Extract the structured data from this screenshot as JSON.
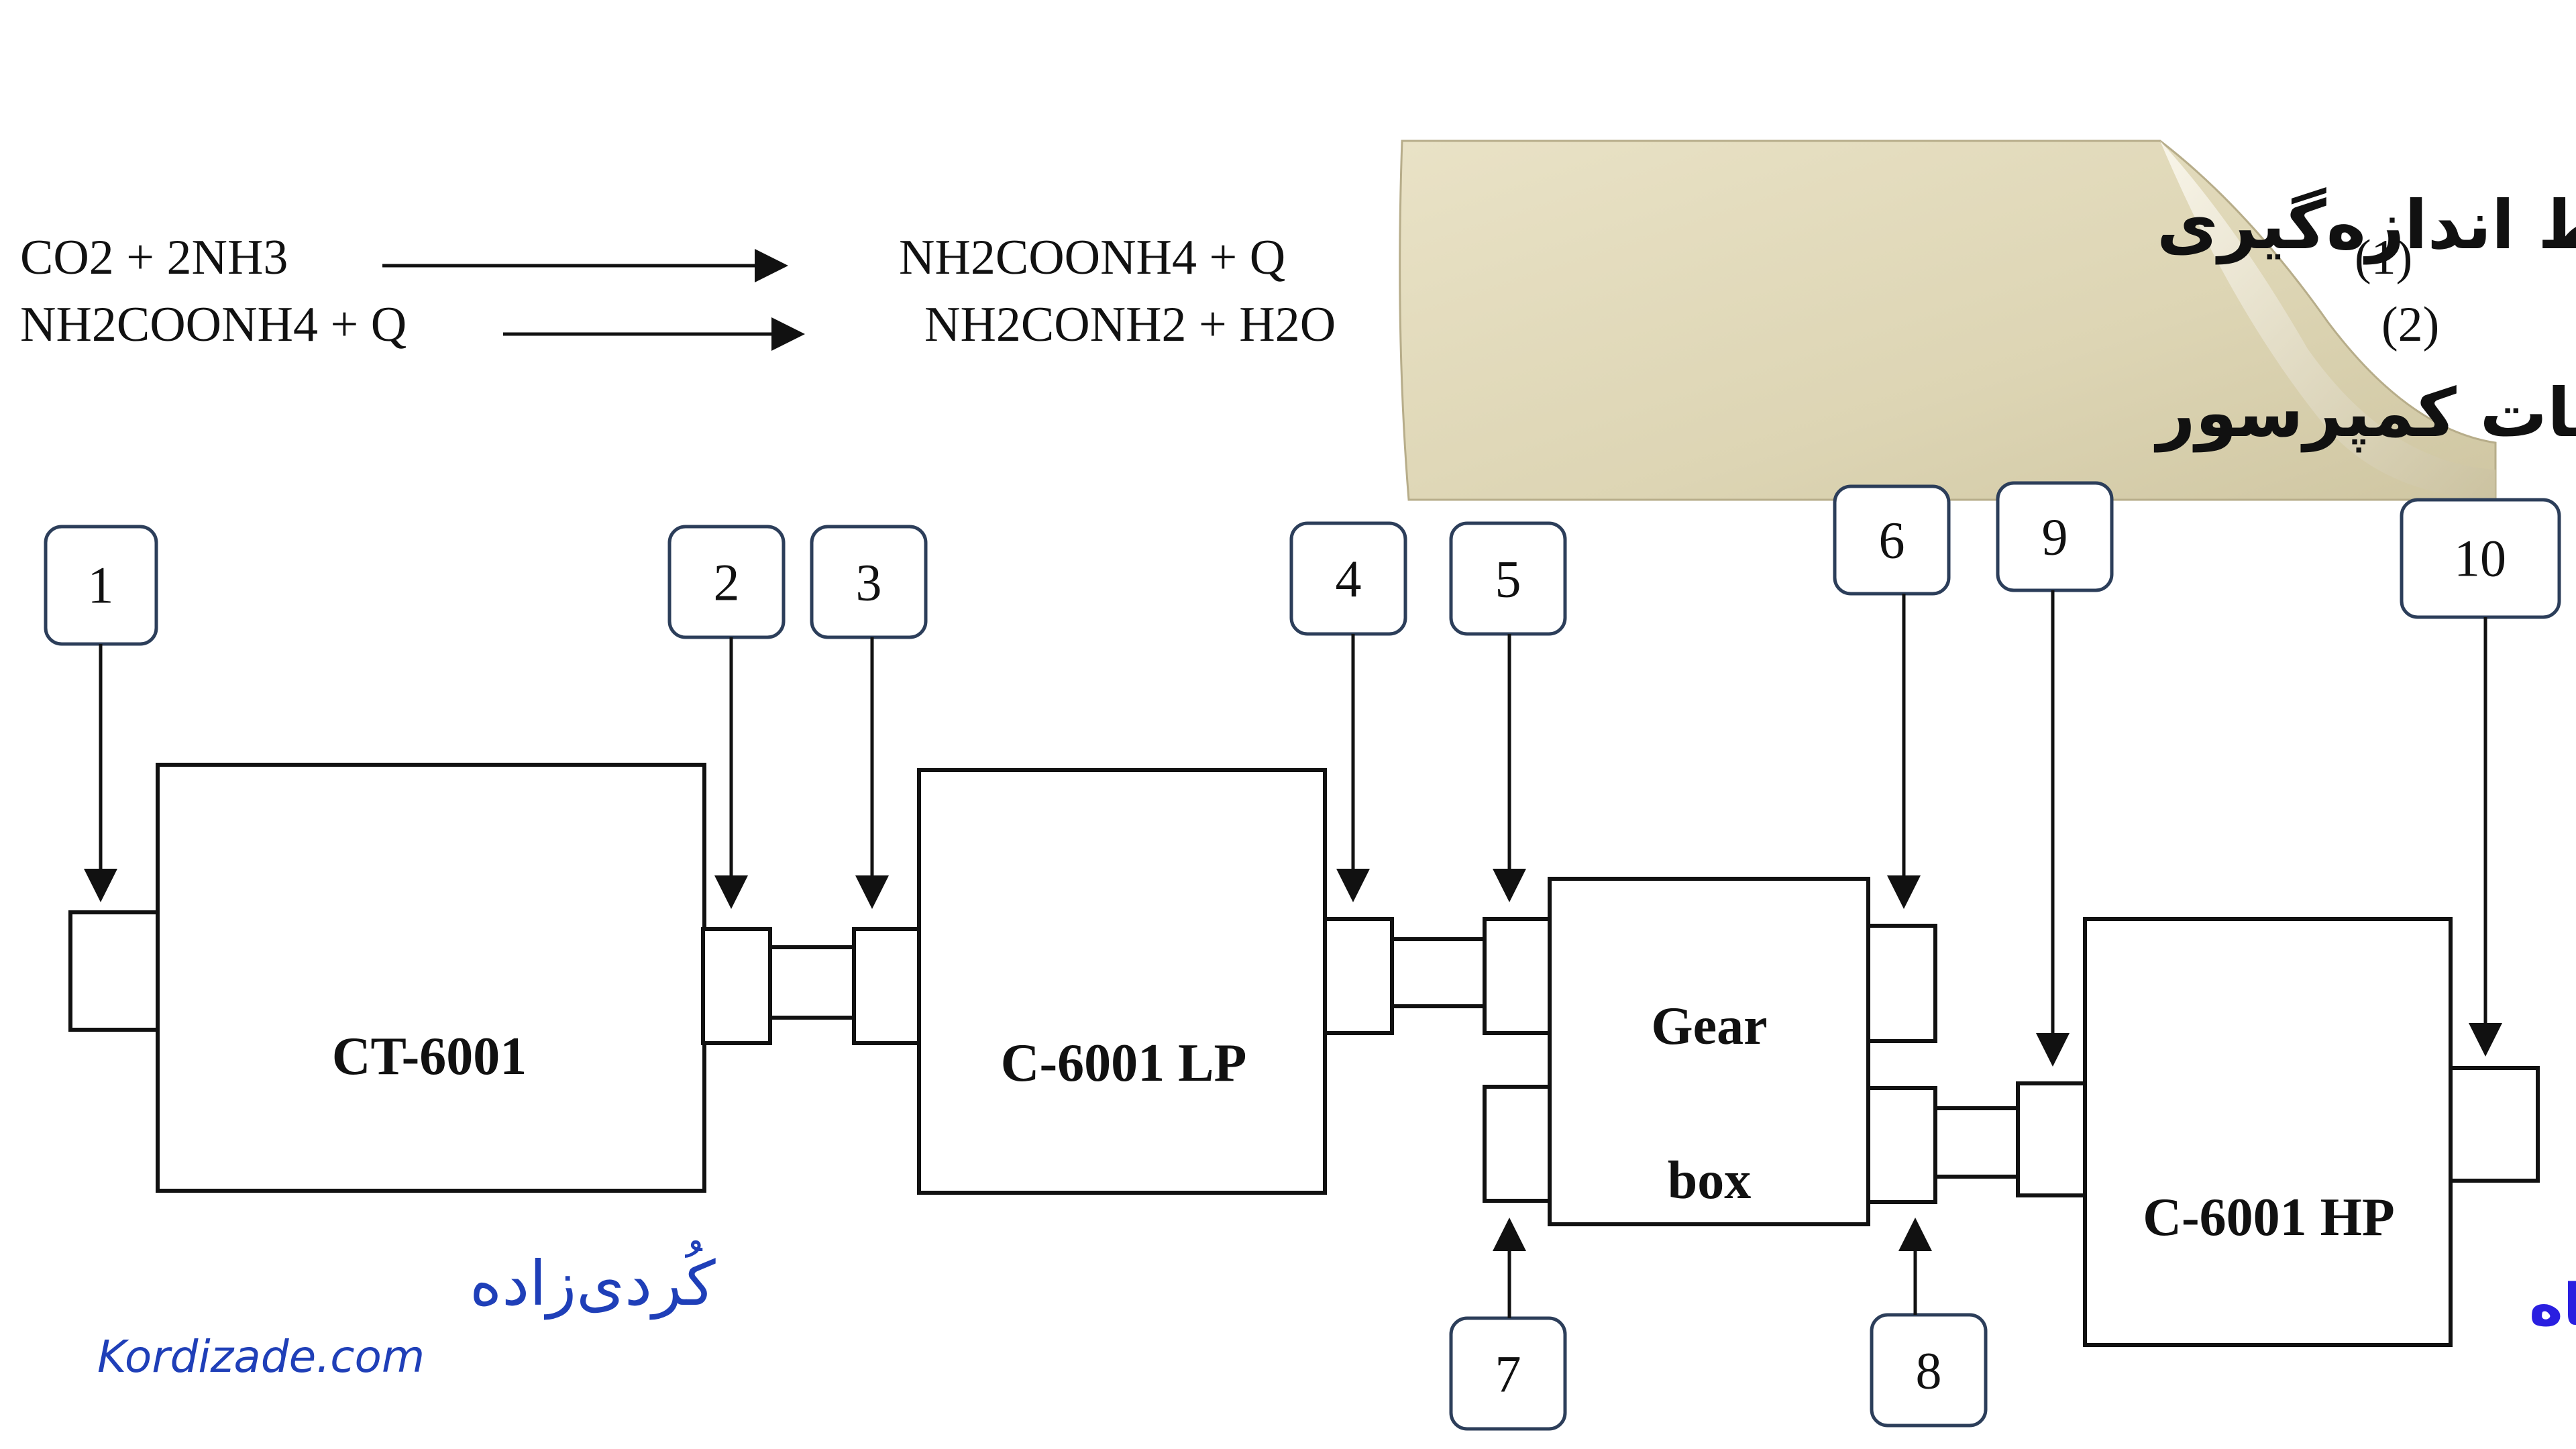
{
  "equations": [
    {
      "left": "CO2  +  2NH3",
      "right": "NH2COONH4  +  Q",
      "number": "(1)"
    },
    {
      "left": "NH2COONH4  +  Q",
      "right": "NH2CONH2  +  H2O",
      "number": "(2)"
    }
  ],
  "title_note": {
    "line1": "نقاط اندازه‌گیری",
    "line2": "ارتعاشات کمپرسور",
    "background": "#e3dcbf"
  },
  "machines": [
    {
      "id": "ct",
      "label": "CT-6001"
    },
    {
      "id": "lp",
      "label": "C-6001  LP"
    },
    {
      "id": "gear",
      "label_line1": "Gear",
      "label_line2": "box"
    },
    {
      "id": "hp",
      "label": "C-6001 HP"
    }
  ],
  "measurement_points": [
    "1",
    "2",
    "3",
    "4",
    "5",
    "6",
    "7",
    "8",
    "9",
    "10"
  ],
  "watermarks": {
    "brand_fa": "کُردی‌زاده",
    "brand_en": "Kordizade.com",
    "site_fa": "وب‌سایت آموزشی نیروگاه",
    "color": "#1f3fb8"
  }
}
